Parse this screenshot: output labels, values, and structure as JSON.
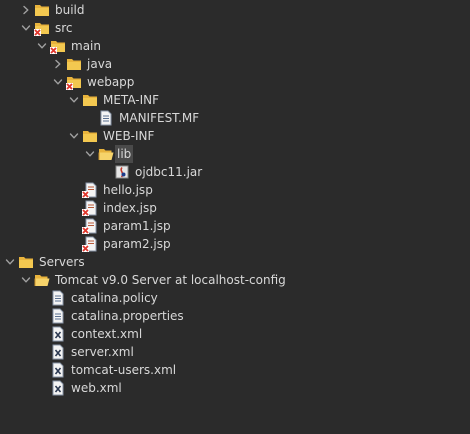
{
  "tree": {
    "items": [
      {
        "name": "folder-build",
        "label": "build",
        "icon": "folder-icon",
        "expanded": false
      },
      {
        "name": "folder-src",
        "label": "src",
        "icon": "folder-error-icon",
        "expanded": true
      },
      {
        "name": "folder-main",
        "label": "main",
        "icon": "folder-error-icon",
        "expanded": true
      },
      {
        "name": "folder-java",
        "label": "java",
        "icon": "folder-icon",
        "expanded": false
      },
      {
        "name": "folder-webapp",
        "label": "webapp",
        "icon": "folder-error-icon",
        "expanded": true
      },
      {
        "name": "folder-meta-inf",
        "label": "META-INF",
        "icon": "folder-icon",
        "expanded": true
      },
      {
        "name": "file-manifest",
        "label": "MANIFEST.MF",
        "icon": "text-file-icon"
      },
      {
        "name": "folder-web-inf",
        "label": "WEB-INF",
        "icon": "folder-icon",
        "expanded": true
      },
      {
        "name": "folder-lib",
        "label": "lib",
        "icon": "folder-open-icon",
        "expanded": true,
        "selected": true
      },
      {
        "name": "file-ojdbc",
        "label": "ojdbc11.jar",
        "icon": "jar-file-icon"
      },
      {
        "name": "file-hello-jsp",
        "label": "hello.jsp",
        "icon": "jsp-error-icon"
      },
      {
        "name": "file-index-jsp",
        "label": "index.jsp",
        "icon": "jsp-error-icon"
      },
      {
        "name": "file-param1-jsp",
        "label": "param1.jsp",
        "icon": "jsp-error-icon"
      },
      {
        "name": "file-param2-jsp",
        "label": "param2.jsp",
        "icon": "jsp-error-icon"
      },
      {
        "name": "folder-servers",
        "label": "Servers",
        "icon": "folder-icon",
        "expanded": true
      },
      {
        "name": "folder-tomcat",
        "label": "Tomcat v9.0 Server at localhost-config",
        "icon": "folder-open-icon",
        "expanded": true
      },
      {
        "name": "file-catalina-policy",
        "label": "catalina.policy",
        "icon": "text-file-icon"
      },
      {
        "name": "file-catalina-properties",
        "label": "catalina.properties",
        "icon": "text-file-icon"
      },
      {
        "name": "file-context-xml",
        "label": "context.xml",
        "icon": "xml-file-icon"
      },
      {
        "name": "file-server-xml",
        "label": "server.xml",
        "icon": "xml-file-icon"
      },
      {
        "name": "file-tomcat-users-xml",
        "label": "tomcat-users.xml",
        "icon": "xml-file-icon"
      },
      {
        "name": "file-web-xml",
        "label": "web.xml",
        "icon": "xml-file-icon"
      }
    ]
  },
  "colors": {
    "background": "#2b2b2b",
    "text": "#d8d8d8",
    "selection": "#4a4a4a",
    "arrow": "#a0a0a0",
    "folder": "#e8b33c",
    "error": "#e0372d"
  }
}
